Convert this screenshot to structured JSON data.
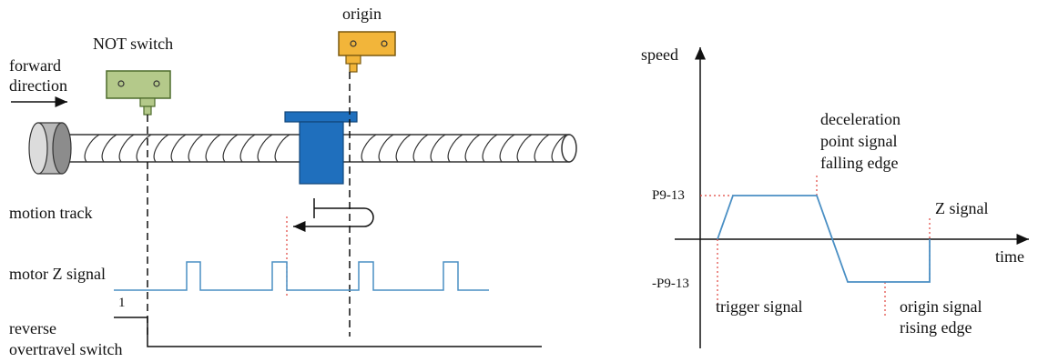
{
  "left": {
    "labels": {
      "origin": "origin",
      "not_switch": "NOT switch",
      "forward_line1": "forward",
      "forward_line2": "direction",
      "motion_track": "motion track",
      "motor_z_signal": "motor Z signal",
      "level_one": "1",
      "reverse_line1": "reverse",
      "reverse_line2": "overtravel switch"
    }
  },
  "right": {
    "labels": {
      "speed": "speed",
      "time": "time",
      "p_pos": "P9-13",
      "p_neg": "-P9-13",
      "decel_line1": "deceleration",
      "decel_line2": "point signal",
      "decel_line3": "falling edge",
      "z_signal": "Z signal",
      "trigger_signal": "trigger signal",
      "origin_line1": "origin signal",
      "origin_line2": "rising edge"
    }
  },
  "colors": {
    "origin_sensor": "#f2b53a",
    "not_sensor": "#b4c98a",
    "slider": "#1f6fbd",
    "signal": "#4a8fc4",
    "red_dotted": "#e0443c",
    "gray_wheel": "#8c8c8c"
  }
}
